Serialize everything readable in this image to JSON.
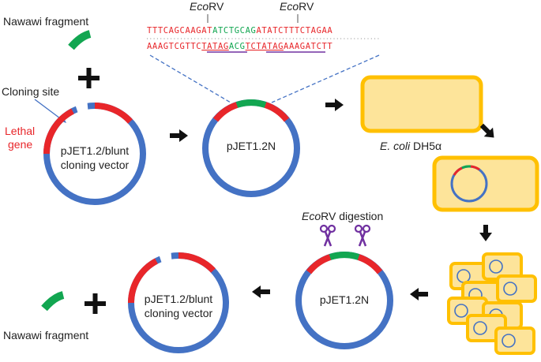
{
  "labels": {
    "insert_top": "Nawawi fragment",
    "insert_bottom": "Nawawi fragment",
    "cloning_site": "Cloning site",
    "lethal_gene_line1": "Lethal",
    "lethal_gene_line2": "gene",
    "vector1_line1": "pJET1.2/blunt",
    "vector1_line2": "cloning vector",
    "vector2": "pJET1.2N",
    "vector3": "pJET1.2N",
    "vector4_line1": "pJET1.2/blunt",
    "vector4_line2": "cloning vector",
    "host_italic": "E. coli",
    "host_strain": " DH5α",
    "digestion_italic": "Eco",
    "digestion_rest": "RV digestion",
    "site1_italic": "Eco",
    "site1_rest": "RV",
    "site2_italic": "Eco",
    "site2_rest": "RV"
  },
  "sequence": {
    "top_left": "TTTCAGCAAGAT",
    "top_mid": "ATCTGCAG",
    "top_right": "ATATCTTTCTAGAA",
    "bottom_left": "AAAGTCGTTC",
    "bottom_ul1": "TATAG",
    "bottom_mid": "ACG",
    "bottom_ul2": "TCTATAG",
    "bottom_right": "AAAGATCTT"
  },
  "colors": {
    "plasmid": "#4472c4",
    "lethal_gene": "#e8262a",
    "insert": "#12a651",
    "cell_fill": "#fde49a",
    "cell_border": "#ffc000",
    "scissors": "#7030a0",
    "arrow": "#111111",
    "site_pointer": "#4472c4"
  }
}
